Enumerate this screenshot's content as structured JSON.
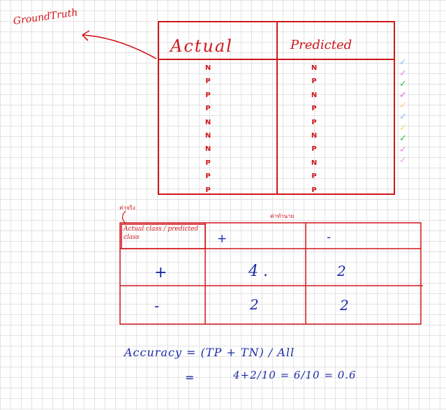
{
  "ground_truth_label": "GroundTruth",
  "table": {
    "actual_header": "Actual",
    "predicted_header": "Predicted",
    "actual_values": [
      "N",
      "P",
      "P",
      "P",
      "N",
      "N",
      "N",
      "P",
      "P",
      "P"
    ],
    "predicted_values": [
      "N",
      "P",
      "N",
      "P",
      "P",
      "N",
      "P",
      "N",
      "P",
      "P"
    ]
  },
  "ticks": [
    {
      "mark": "✓",
      "color": "#8fb6f5"
    },
    {
      "mark": "✓",
      "color": "#f080e6"
    },
    {
      "mark": "✓",
      "color": "#2fb84a"
    },
    {
      "mark": "✓",
      "color": "#e85cd8"
    },
    {
      "mark": "✓",
      "color": "#f5d27a"
    },
    {
      "mark": "✓",
      "color": "#8fb6f5"
    },
    {
      "mark": "✓",
      "color": "#f5d27a"
    },
    {
      "mark": "✓",
      "color": "#2fb84a"
    },
    {
      "mark": "✓",
      "color": "#f080e6"
    },
    {
      "mark": "✓",
      "color": "#f0a0f0"
    }
  ],
  "confusion": {
    "row_marker": "ค่าจริง",
    "col_marker": "ค่าทำนาย",
    "corner": "Actual class / predicted class",
    "col_headers": [
      "+",
      "-"
    ],
    "row_headers": [
      "+",
      "-"
    ],
    "cells": [
      [
        "4 .",
        "2"
      ],
      [
        "2",
        "2"
      ]
    ]
  },
  "formula": {
    "line1": "Accuracy = (TP + TN) / All",
    "line2_prefix": "=",
    "line2": "4+2/10 = 6/10 = 0.6"
  }
}
